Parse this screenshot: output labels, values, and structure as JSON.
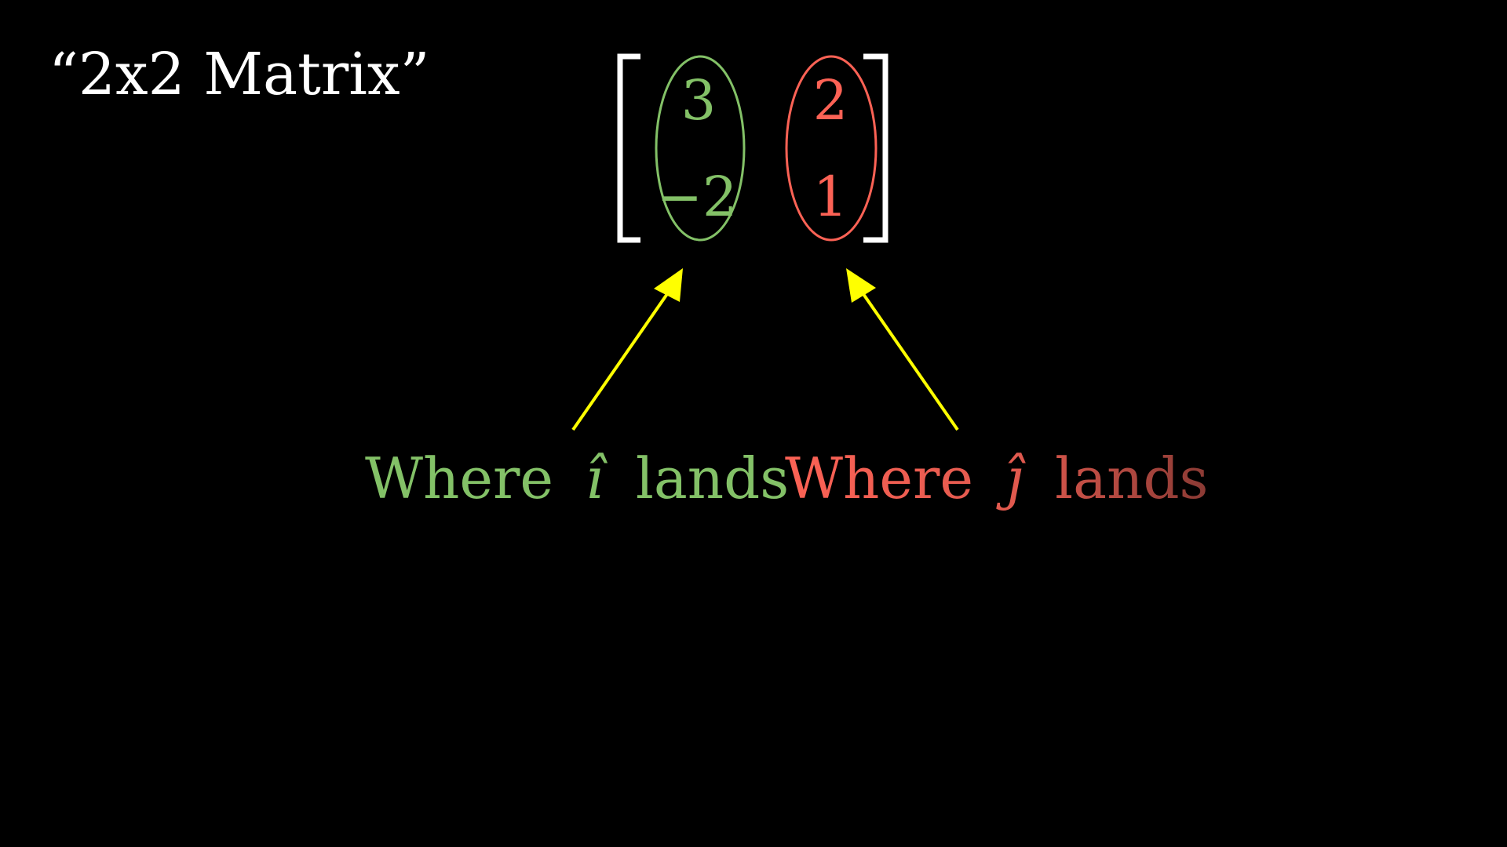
{
  "title": "“2x2 Matrix”",
  "matrix": {
    "column_1": {
      "top": "3",
      "bottom": "−2",
      "color": "#83C167"
    },
    "column_2": {
      "top": "2",
      "bottom": "1",
      "color": "#FC6255"
    },
    "bracket_color": "#FFFFFF"
  },
  "labels": {
    "i_hat": {
      "prefix": "Where",
      "symbol": "î",
      "suffix": "lands",
      "color": "#83C167"
    },
    "j_hat": {
      "prefix": "Where",
      "symbol": "ĵ",
      "suffix": "lands",
      "color": "#FC6255"
    }
  },
  "arrow_color": "#FFFF00",
  "background_color": "#000000"
}
